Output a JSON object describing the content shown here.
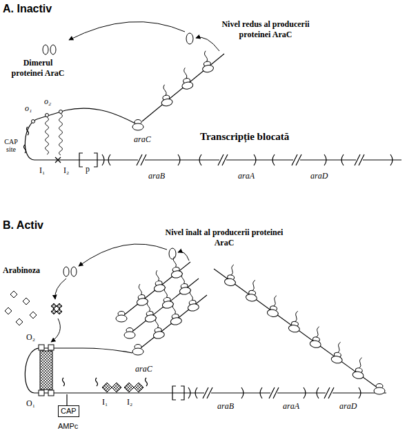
{
  "diagram": {
    "nodes": [
      {
        "text": [
          "CAP"
        ]
      }
    ],
    "labels": [
      "A. Inactiv",
      "Nivel redus al producerii proteinei AraC",
      "Dimerul proteinei AraC",
      "o₁",
      "o₂",
      "CAP site",
      "I₁",
      "I₂",
      "p",
      "araC",
      "Transcripție blocată",
      "araB",
      "araA",
      "araD",
      "B. Activ",
      "Arabinoza",
      "Nivel înalt al producerii proteinei AraC",
      "O₂",
      "O₁",
      "AMPc",
      "I₁",
      "I₂",
      "araC",
      "araB",
      "araA",
      "araD"
    ]
  }
}
